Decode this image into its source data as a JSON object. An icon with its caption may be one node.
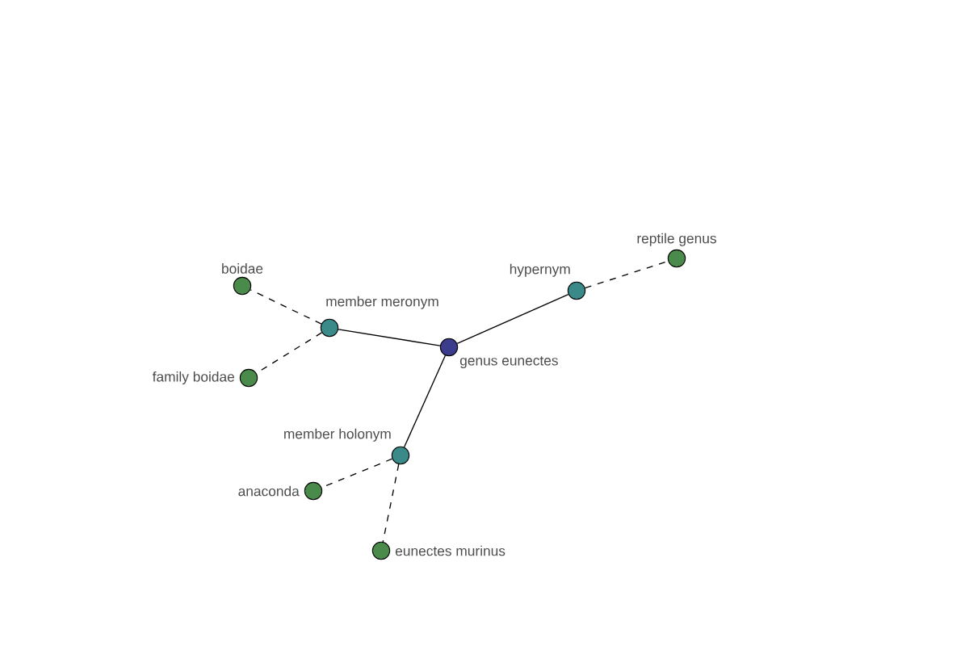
{
  "diagram": {
    "nodes": [
      {
        "text": [
          "reptile genus"
        ]
      },
      {
        "text": [
          "boidae"
        ]
      },
      {
        "text": [
          "hypernym"
        ]
      },
      {
        "text": [
          "member meronym"
        ]
      },
      {
        "text": [
          "genus eunectes"
        ]
      },
      {
        "text": [
          "family boidae"
        ]
      },
      {
        "text": [
          "member holonym"
        ]
      },
      {
        "text": [
          "anaconda"
        ]
      },
      {
        "text": [
          "eunectes murinus"
        ]
      }
    ],
    "edges": [
      {
        "from": 4,
        "to": 3,
        "arrow": "none"
      },
      {
        "from": 4,
        "to": 2,
        "arrow": "none"
      },
      {
        "from": 4,
        "to": 6,
        "arrow": "none"
      },
      {
        "from": 2,
        "to": 0,
        "arrow": "none",
        "style": "dashed"
      },
      {
        "from": 3,
        "to": 1,
        "arrow": "none",
        "style": "dashed"
      },
      {
        "from": 3,
        "to": 5,
        "arrow": "none",
        "style": "dashed"
      },
      {
        "from": 6,
        "to": 7,
        "arrow": "none",
        "style": "dashed"
      },
      {
        "from": 6,
        "to": 8,
        "arrow": "none",
        "style": "dashed"
      }
    ]
  }
}
